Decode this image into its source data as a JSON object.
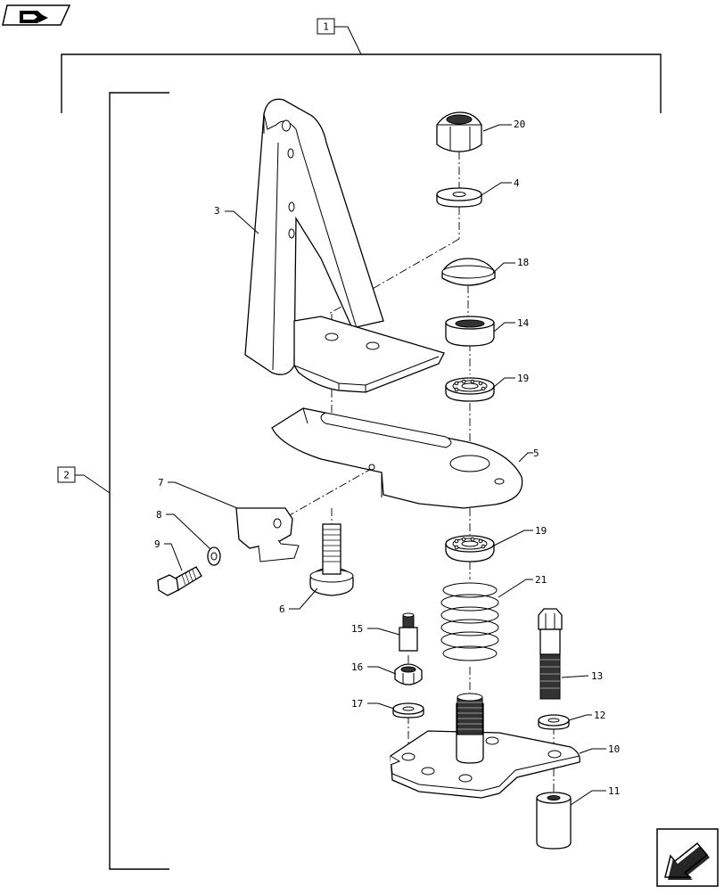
{
  "labels": {
    "asm1": "1",
    "asm2": "2",
    "p3": "3",
    "p4": "4",
    "p5": "5",
    "p6": "6",
    "p7": "7",
    "p8": "8",
    "p9": "9",
    "p10": "10",
    "p11": "11",
    "p12": "12",
    "p13": "13",
    "p14": "14",
    "p15": "15",
    "p16": "16",
    "p17": "17",
    "p18": "18",
    "p19a": "19",
    "p19b": "19",
    "p20": "20",
    "p21": "21"
  },
  "icons": {
    "top_left": "catalog-book-icon",
    "bottom_right": "next-page-arrow-icon"
  }
}
